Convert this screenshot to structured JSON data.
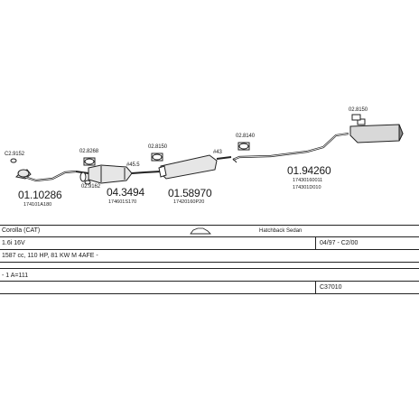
{
  "diagram": {
    "parts": [
      {
        "id": "p1",
        "code": "01.10286",
        "sub": "174101A180",
        "pre": "C2.9152"
      },
      {
        "id": "p2",
        "code": "04.3494",
        "sub": "174601S170",
        "pre1": "02.8268",
        "pre2": "02.9162",
        "pre3": "#45.5"
      },
      {
        "id": "p3",
        "code": "01.58970",
        "sub": "17420160P20",
        "pre1": "02.8150",
        "pre2": "#43"
      },
      {
        "id": "p4",
        "code": "01.94260",
        "sub1": "17430160011",
        "sub2": "174301D010",
        "pre": "02.8140"
      },
      {
        "id": "p5",
        "pre": "02.8150"
      }
    ]
  },
  "info": {
    "model": "Corolla (CAT)",
    "body": "Hatchback Sedan",
    "engine": "1.6i 16V",
    "date": "04/97 - C2/00",
    "spec": "1587 cc, 110 HP, 81 KW M 4AFE -",
    "ref": "- 1 A=111",
    "code": "C37010"
  },
  "colors": {
    "line": "#222222",
    "fill": "#e6e6e6",
    "dark": "#8a8a8a"
  }
}
